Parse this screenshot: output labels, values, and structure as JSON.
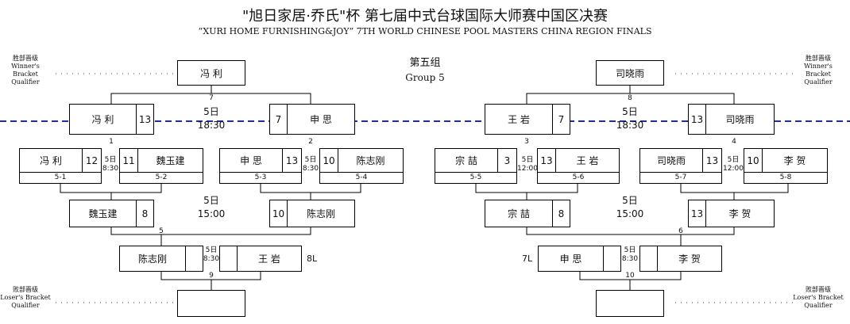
{
  "header": {
    "title_cn": "\"旭日家居·乔氏\"杯  第七届中式台球国际大师赛中国区决赛",
    "title_en": "“XURI HOME FURNISHING&JOY” 7TH WORLD CHINESE POOL MASTERS CHINA REGION FINALS"
  },
  "group": {
    "cn": "第五组",
    "en": "Group 5"
  },
  "side_labels": {
    "winner_cn": "胜部晋级",
    "winner_en1": "Winner's Bracket",
    "winner_en2": "Qualifier",
    "loser_cn": "败部晋级",
    "loser_en1": "Loser's Bracket",
    "loser_en2": "Qualifier"
  },
  "times": {
    "day": "5日",
    "t1830": "18:30",
    "t1500": "15:00",
    "t830": "8:30",
    "t1200": "12:00"
  },
  "left": {
    "top": "冯 利",
    "r2": {
      "n": "7",
      "a": {
        "name": "冯 利",
        "score": "13"
      },
      "b": {
        "score": "7",
        "name": "申 思"
      }
    },
    "r1": [
      {
        "n": "1",
        "id_a": "5-1",
        "id_b": "5-2",
        "a": {
          "name": "冯 利",
          "score": "12"
        },
        "b": {
          "score": "11",
          "name": "魏玉建"
        }
      },
      {
        "n": "2",
        "id_a": "5-3",
        "id_b": "5-4",
        "a": {
          "name": "申 思",
          "score": "13"
        },
        "b": {
          "score": "10",
          "name": "陈志刚"
        }
      }
    ],
    "l1": {
      "n": "5",
      "a": {
        "name": "魏玉建",
        "score": "8"
      },
      "b": {
        "score": "10",
        "name": "陈志刚"
      }
    },
    "l2": {
      "n": "9",
      "a": {
        "name": "陈志刚",
        "score": ""
      },
      "b": {
        "score": "",
        "name": "王 岩"
      },
      "drop": "8L"
    }
  },
  "right": {
    "top": "司晓雨",
    "r2": {
      "n": "8",
      "a": {
        "name": "王 岩",
        "score": "7"
      },
      "b": {
        "score": "13",
        "name": "司晓雨"
      }
    },
    "r1": [
      {
        "n": "3",
        "id_a": "5-5",
        "id_b": "5-6",
        "a": {
          "name": "宗 喆",
          "score": "3"
        },
        "b": {
          "score": "13",
          "name": "王 岩"
        }
      },
      {
        "n": "4",
        "id_a": "5-7",
        "id_b": "5-8",
        "a": {
          "name": "司晓雨",
          "score": "13"
        },
        "b": {
          "score": "10",
          "name": "李 贺"
        }
      }
    ],
    "l1": {
      "n": "6",
      "a": {
        "name": "宗 喆",
        "score": "8"
      },
      "b": {
        "score": "13",
        "name": "李 贺"
      }
    },
    "l2": {
      "n": "10",
      "a": {
        "name": "申 思",
        "score": ""
      },
      "b": {
        "score": "",
        "name": "李 贺"
      },
      "drop": "7L"
    }
  }
}
